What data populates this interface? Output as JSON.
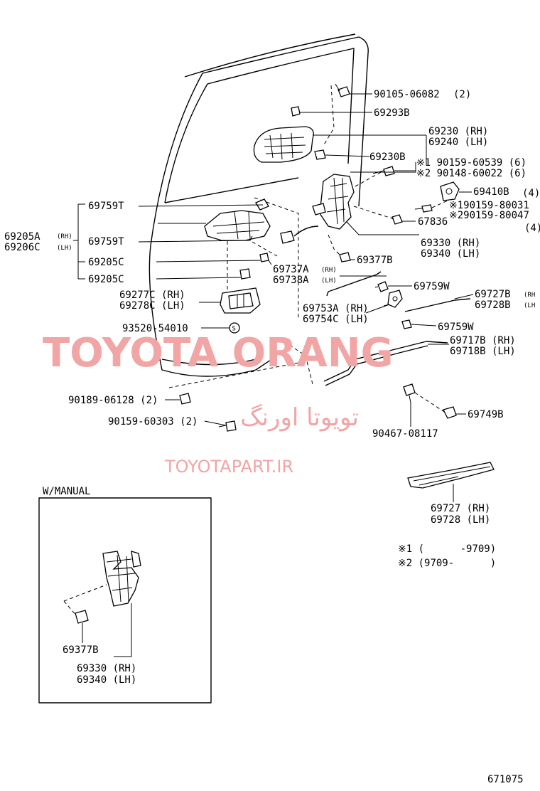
{
  "labels": {
    "p90105": "90105-06082",
    "p90105_qty": "(2)",
    "p69293B": "69293B",
    "p69230": "69230 (RH)",
    "p69240": "69240 (LH)",
    "p69230B": "69230B",
    "p90159_60539": "※1 90159-60539 (6)",
    "p90148_60022": "※2 90148-60022 (6)",
    "p69410B": "69410B",
    "p69410B_qty": "(4)",
    "p90159_80031": "※190159-80031",
    "p90159_80047": "※290159-80047",
    "p_qty4": "(4)",
    "p67836": "67836",
    "p69330": "69330 (RH)",
    "p69340": "69340 (LH)",
    "p69377B": "69377B",
    "p69759T_a": "69759T",
    "p69759T_b": "69759T",
    "p69205A": "69205A",
    "p69205A_rh": "(RH)",
    "p69206C": "69206C",
    "p69206C_lh": "(LH)",
    "p69205C_a": "69205C",
    "p69205C_b": "69205C",
    "p69737A": "69737A",
    "p69737A_rh": "(RH)",
    "p69738A": "69738A",
    "p69738A_lh": "(LH)",
    "p69759W_a": "69759W",
    "p69727B": "69727B",
    "p69727B_rh": "(RH",
    "p69728B": "69728B",
    "p69728B_lh": "(LH",
    "p69277C": "69277C (RH)",
    "p69278C": "69278C (LH)",
    "p69753A": "69753A (RH)",
    "p69754C": "69754C (LH)",
    "p69759W_b": "69759W",
    "p93520": "93520-54010",
    "p69717B": "69717B (RH)",
    "p69718B": "69718B (LH)",
    "p90189": "90189-06128 (2)",
    "p90159_60303": "90159-60303 (2)",
    "p69749B": "69749B",
    "p90467": "90467-08117",
    "p69727": "69727 (RH)",
    "p69728": "69728 (LH)",
    "note1": "※1 (      -9709)",
    "note2": "※2 (9709-      )",
    "s_mark": "S"
  },
  "inset": {
    "title": "W/MANUAL",
    "p69377B": "69377B",
    "p69330": "69330 (RH)",
    "p69340": "69340 (LH)"
  },
  "watermark": {
    "brand": "TOYOTA ORANG",
    "arabic": "تویوتا اورنگ",
    "url": "TOYOTAPART.IR"
  },
  "figure_number": "671075",
  "colors": {
    "line": "#000000",
    "watermark": "#f1a5a5",
    "background": "#ffffff"
  }
}
